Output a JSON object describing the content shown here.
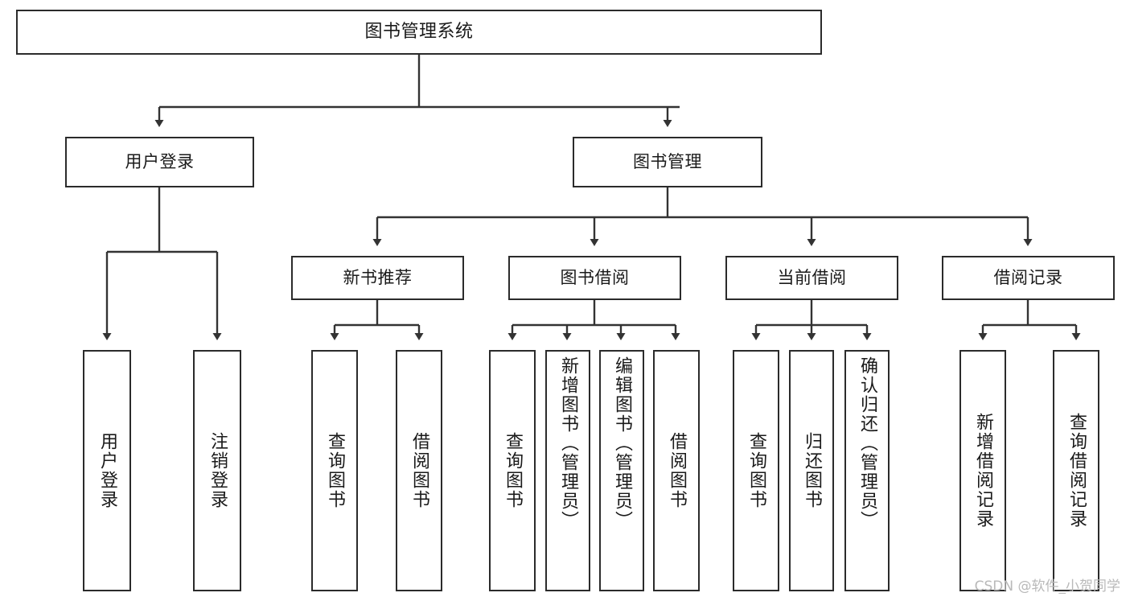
{
  "diagram": {
    "title": "图书管理系统",
    "type": "tree-hierarchy-diagram",
    "watermark": "CSDN @软件_小贺同学",
    "colors": {
      "box_border": "#2b2b2b",
      "box_fill": "#ffffff",
      "edge": "#333333",
      "text": "#1a1a1a",
      "watermark": "#b9b9b9",
      "background": "#ffffff"
    },
    "root": {
      "label": "图书管理系统"
    },
    "level2": [
      {
        "label": "用户登录"
      },
      {
        "label": "图书管理"
      }
    ],
    "level3": [
      {
        "label": "新书推荐"
      },
      {
        "label": "图书借阅"
      },
      {
        "label": "当前借阅"
      },
      {
        "label": "借阅记录"
      }
    ],
    "leaves": {
      "user_login": [
        {
          "label": "用户登录"
        },
        {
          "label": "注销登录"
        }
      ],
      "new_book_recommend": [
        {
          "label": "查询图书"
        },
        {
          "label": "借阅图书"
        }
      ],
      "book_borrow": [
        {
          "label": "查询图书"
        },
        {
          "label": "新增图书（管理员）"
        },
        {
          "label": "编辑图书（管理员）"
        },
        {
          "label": "借阅图书"
        }
      ],
      "current_borrow": [
        {
          "label": "查询图书"
        },
        {
          "label": "归还图书"
        },
        {
          "label": "确认归还（管理员）"
        }
      ],
      "borrow_record": [
        {
          "label": "新增借阅记录"
        },
        {
          "label": "查询借阅记录"
        }
      ]
    }
  }
}
